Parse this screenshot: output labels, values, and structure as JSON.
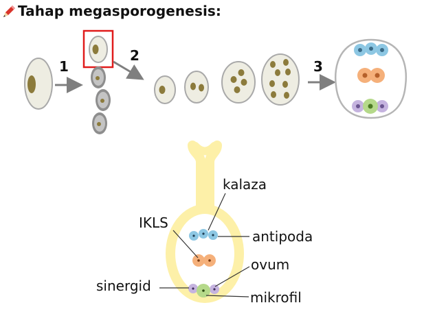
{
  "title": "Tahap megasporogenesis:",
  "title_icon": "pencil-icon",
  "steps": [
    "1",
    "2",
    "3"
  ],
  "labels": {
    "kalaza": "kalaza",
    "ikls": "IKLS",
    "antipoda": "antipoda",
    "ovum": "ovum",
    "sinergid": "sinergid",
    "mikrofil": "mikrofil"
  },
  "colors": {
    "cell_fill": "#eeede2",
    "cell_stroke": "#a9a9a9",
    "nucleus": "#8c7b3c",
    "degenerate_cell": "#8e8e8e",
    "highlight": "#e01b1b",
    "arrow": "#7f7f7f",
    "ovule": "#fdf0a8",
    "antipoda": "#8dc7e3",
    "polar_nuclei": "#f5b07a",
    "egg": "#b5d98a",
    "synergid": "#c5b3df"
  }
}
